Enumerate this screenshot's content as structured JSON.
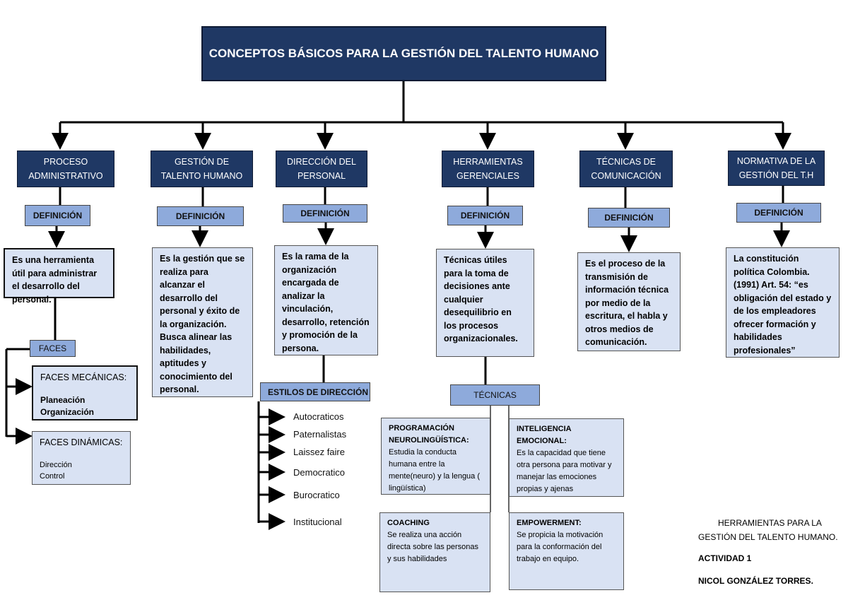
{
  "title": "CONCEPTOS BÁSICOS PARA LA GESTIÓN DEL TALENTO HUMANO",
  "categories": [
    {
      "label": "PROCESO ADMINISTRATIVO",
      "definition_label": "DEFINICIÓN",
      "text": "Es una herramienta útil para administrar el desarrollo del personal."
    },
    {
      "label": "GESTIÓN DE TALENTO HUMANO",
      "definition_label": "DEFINICIÓN",
      "text": "Es la gestión que se realiza para alcanzar el desarrollo del personal y éxito de la organización. Busca alinear las habilidades, aptitudes y conocimiento del personal."
    },
    {
      "label": "DIRECCIÓN DEL PERSONAL",
      "definition_label": "DEFINICIÓN",
      "text": "Es la rama de la organización encargada de analizar la vinculación, desarrollo, retención y promoción de la persona."
    },
    {
      "label": "HERRAMIENTAS GERENCIALES",
      "definition_label": "DEFINICIÓN",
      "text": "Técnicas útiles para la toma de decisiones ante cualquier desequilibrio en los procesos organizacionales."
    },
    {
      "label": "TÉCNICAS DE COMUNICACIÓN",
      "definition_label": "DEFINICIÓN",
      "text": "Es el proceso de la transmisión de información técnica por medio de la escritura, el habla y otros medios de comunicación."
    },
    {
      "label": "NORMATIVA DE LA GESTIÓN DEL T.H",
      "definition_label": "DEFINICIÓN",
      "text": "La constitución política Colombia. (1991) Art. 54: “es obligación del estado y de los empleadores ofrecer formación y habilidades profesionales”"
    }
  ],
  "faces": {
    "label": "FACES",
    "mecanicas": {
      "title": "FACES MECÁNICAS:",
      "items": [
        "Planeación",
        "Organización"
      ]
    },
    "dinamicas": {
      "title": "FACES DINÁMICAS:",
      "items": [
        "Dirección",
        "Control"
      ]
    }
  },
  "estilos": {
    "label": "ESTILOS DE DIRECCIÓN",
    "items": [
      "Autocraticos",
      "Paternalistas",
      "Laissez faire",
      "Democratico",
      "Burocratico",
      "Institucional"
    ]
  },
  "tecnicas": {
    "label": "TÉCNICAS",
    "items": [
      {
        "title": "PROGRAMACIÓN NEUROLINGÜÍSTICA:",
        "text": "Estudia la conducta humana entre la mente(neuro) y la lengua ( lingüística)"
      },
      {
        "title": "INTELIGENCIA EMOCIONAL:",
        "text": "Es la capacidad que tiene otra persona para motivar y manejar las emociones propias y ajenas"
      },
      {
        "title": "COACHING",
        "text": "Se realiza una acción directa sobre las personas y sus habilidades"
      },
      {
        "title": "EMPOWERMENT:",
        "text": "Se propicia la motivación para la conformación del trabajo en equipo."
      }
    ]
  },
  "footer": {
    "line1": "HERRAMIENTAS PARA LA",
    "line2": "GESTIÓN DEL TALENTO HUMANO.",
    "activity": "ACTIVIDAD 1",
    "author": "NICOL GONZÁLEZ TORRES."
  },
  "colors": {
    "dark_box": "#1F3864",
    "definition_box": "#8EAADB",
    "content_box": "#D9E2F3"
  }
}
